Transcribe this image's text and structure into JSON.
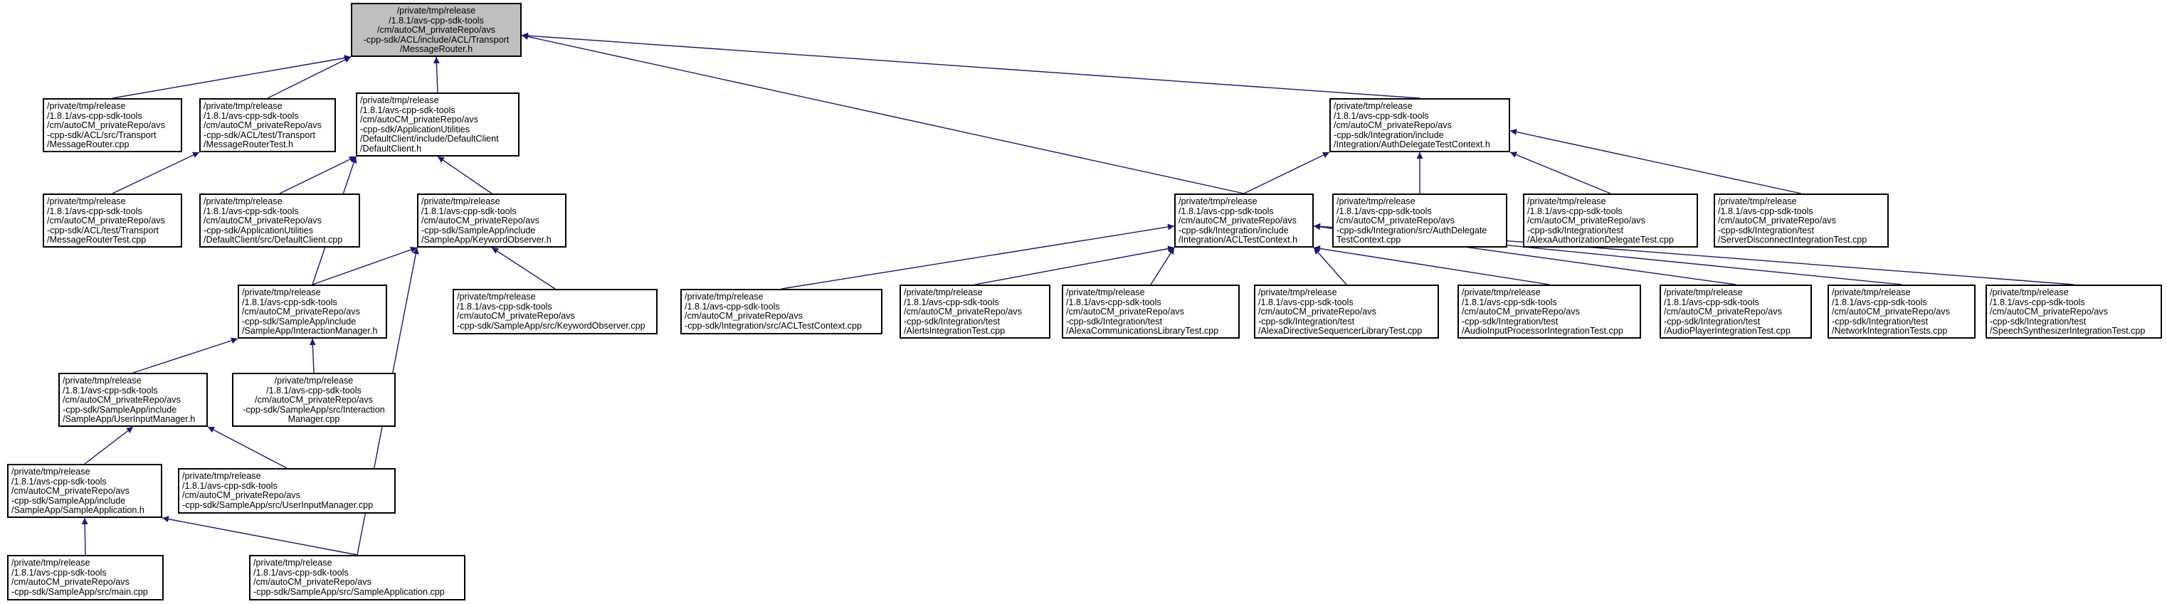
{
  "diagram": {
    "colors": {
      "edge": "#191970",
      "border": "#000000",
      "root_fill": "#bfbfbf",
      "node_fill": "#ffffff"
    },
    "nodes": [
      {
        "id": "n0",
        "lines": [
          "/private/tmp/release",
          "/1.8.1/avs-cpp-sdk-tools",
          "/cm/autoCM_privateRepo/avs",
          "-cpp-sdk/ACL/include/ACL/Transport",
          "/MessageRouter.h"
        ]
      },
      {
        "id": "n1",
        "lines": [
          "/private/tmp/release",
          "/1.8.1/avs-cpp-sdk-tools",
          "/cm/autoCM_privateRepo/avs",
          "-cpp-sdk/ACL/src/Transport",
          "/MessageRouter.cpp"
        ]
      },
      {
        "id": "n2",
        "lines": [
          "/private/tmp/release",
          "/1.8.1/avs-cpp-sdk-tools",
          "/cm/autoCM_privateRepo/avs",
          "-cpp-sdk/ACL/test/Transport",
          "/MessageRouterTest.h"
        ]
      },
      {
        "id": "n3",
        "lines": [
          "/private/tmp/release",
          "/1.8.1/avs-cpp-sdk-tools",
          "/cm/autoCM_privateRepo/avs",
          "-cpp-sdk/ApplicationUtilities",
          "/DefaultClient/include/DefaultClient",
          "/DefaultClient.h"
        ]
      },
      {
        "id": "n4",
        "lines": [
          "/private/tmp/release",
          "/1.8.1/avs-cpp-sdk-tools",
          "/cm/autoCM_privateRepo/avs",
          "-cpp-sdk/Integration/include",
          "/Integration/AuthDelegateTestContext.h"
        ]
      },
      {
        "id": "n5",
        "lines": [
          "/private/tmp/release",
          "/1.8.1/avs-cpp-sdk-tools",
          "/cm/autoCM_privateRepo/avs",
          "-cpp-sdk/ACL/test/Transport",
          "/MessageRouterTest.cpp"
        ]
      },
      {
        "id": "n6",
        "lines": [
          "/private/tmp/release",
          "/1.8.1/avs-cpp-sdk-tools",
          "/cm/autoCM_privateRepo/avs",
          "-cpp-sdk/ApplicationUtilities",
          "/DefaultClient/src/DefaultClient.cpp"
        ]
      },
      {
        "id": "n7",
        "lines": [
          "/private/tmp/release",
          "/1.8.1/avs-cpp-sdk-tools",
          "/cm/autoCM_privateRepo/avs",
          "-cpp-sdk/SampleApp/include",
          "/SampleApp/KeywordObserver.h"
        ]
      },
      {
        "id": "n8",
        "lines": [
          "/private/tmp/release",
          "/1.8.1/avs-cpp-sdk-tools",
          "/cm/autoCM_privateRepo/avs",
          "-cpp-sdk/Integration/include",
          "/Integration/ACLTestContext.h"
        ]
      },
      {
        "id": "n9",
        "lines": [
          "/private/tmp/release",
          "/1.8.1/avs-cpp-sdk-tools",
          "/cm/autoCM_privateRepo/avs",
          "-cpp-sdk/Integration/src/AuthDelegate",
          "TestContext.cpp"
        ]
      },
      {
        "id": "n10",
        "lines": [
          "/private/tmp/release",
          "/1.8.1/avs-cpp-sdk-tools",
          "/cm/autoCM_privateRepo/avs",
          "-cpp-sdk/Integration/test",
          "/AlexaAuthorizationDelegateTest.cpp"
        ]
      },
      {
        "id": "n11",
        "lines": [
          "/private/tmp/release",
          "/1.8.1/avs-cpp-sdk-tools",
          "/cm/autoCM_privateRepo/avs",
          "-cpp-sdk/Integration/test",
          "/ServerDisconnectIntegrationTest.cpp"
        ]
      },
      {
        "id": "n12",
        "lines": [
          "/private/tmp/release",
          "/1.8.1/avs-cpp-sdk-tools",
          "/cm/autoCM_privateRepo/avs",
          "-cpp-sdk/SampleApp/include",
          "/SampleApp/InteractionManager.h"
        ]
      },
      {
        "id": "n13",
        "lines": [
          "/private/tmp/release",
          "/1.8.1/avs-cpp-sdk-tools",
          "/cm/autoCM_privateRepo/avs",
          "-cpp-sdk/SampleApp/src/KeywordObserver.cpp"
        ]
      },
      {
        "id": "n14",
        "lines": [
          "/private/tmp/release",
          "/1.8.1/avs-cpp-sdk-tools",
          "/cm/autoCM_privateRepo/avs",
          "-cpp-sdk/Integration/src/ACLTestContext.cpp"
        ]
      },
      {
        "id": "n15",
        "lines": [
          "/private/tmp/release",
          "/1.8.1/avs-cpp-sdk-tools",
          "/cm/autoCM_privateRepo/avs",
          "-cpp-sdk/Integration/test",
          "/AlertsIntegrationTest.cpp"
        ]
      },
      {
        "id": "n16",
        "lines": [
          "/private/tmp/release",
          "/1.8.1/avs-cpp-sdk-tools",
          "/cm/autoCM_privateRepo/avs",
          "-cpp-sdk/Integration/test",
          "/AlexaCommunicationsLibraryTest.cpp"
        ]
      },
      {
        "id": "n17",
        "lines": [
          "/private/tmp/release",
          "/1.8.1/avs-cpp-sdk-tools",
          "/cm/autoCM_privateRepo/avs",
          "-cpp-sdk/Integration/test",
          "/AlexaDirectiveSequencerLibraryTest.cpp"
        ]
      },
      {
        "id": "n18",
        "lines": [
          "/private/tmp/release",
          "/1.8.1/avs-cpp-sdk-tools",
          "/cm/autoCM_privateRepo/avs",
          "-cpp-sdk/Integration/test",
          "/AudioInputProcessorIntegrationTest.cpp"
        ]
      },
      {
        "id": "n19",
        "lines": [
          "/private/tmp/release",
          "/1.8.1/avs-cpp-sdk-tools",
          "/cm/autoCM_privateRepo/avs",
          "-cpp-sdk/Integration/test",
          "/AudioPlayerIntegrationTest.cpp"
        ]
      },
      {
        "id": "n20",
        "lines": [
          "/private/tmp/release",
          "/1.8.1/avs-cpp-sdk-tools",
          "/cm/autoCM_privateRepo/avs",
          "-cpp-sdk/Integration/test",
          "/NetworkIntegrationTests.cpp"
        ]
      },
      {
        "id": "n21",
        "lines": [
          "/private/tmp/release",
          "/1.8.1/avs-cpp-sdk-tools",
          "/cm/autoCM_privateRepo/avs",
          "-cpp-sdk/Integration/test",
          "/SpeechSynthesizerIntegrationTest.cpp"
        ]
      },
      {
        "id": "n22",
        "lines": [
          "/private/tmp/release",
          "/1.8.1/avs-cpp-sdk-tools",
          "/cm/autoCM_privateRepo/avs",
          "-cpp-sdk/SampleApp/include",
          "/SampleApp/UserInputManager.h"
        ]
      },
      {
        "id": "n23",
        "lines": [
          "/private/tmp/release",
          "/1.8.1/avs-cpp-sdk-tools",
          "/cm/autoCM_privateRepo/avs",
          "-cpp-sdk/SampleApp/src/Interaction",
          "Manager.cpp"
        ]
      },
      {
        "id": "n24",
        "lines": [
          "/private/tmp/release",
          "/1.8.1/avs-cpp-sdk-tools",
          "/cm/autoCM_privateRepo/avs",
          "-cpp-sdk/SampleApp/include",
          "/SampleApp/SampleApplication.h"
        ]
      },
      {
        "id": "n25",
        "lines": [
          "/private/tmp/release",
          "/1.8.1/avs-cpp-sdk-tools",
          "/cm/autoCM_privateRepo/avs",
          "-cpp-sdk/SampleApp/src/UserInputManager.cpp"
        ]
      },
      {
        "id": "n26",
        "lines": [
          "/private/tmp/release",
          "/1.8.1/avs-cpp-sdk-tools",
          "/cm/autoCM_privateRepo/avs",
          "-cpp-sdk/SampleApp/src/main.cpp"
        ]
      },
      {
        "id": "n27",
        "lines": [
          "/private/tmp/release",
          "/1.8.1/avs-cpp-sdk-tools",
          "/cm/autoCM_privateRepo/avs",
          "-cpp-sdk/SampleApp/src/SampleApplication.cpp"
        ]
      }
    ],
    "edges": [
      {
        "from": "n1",
        "to": "n0"
      },
      {
        "from": "n2",
        "to": "n0"
      },
      {
        "from": "n3",
        "to": "n0"
      },
      {
        "from": "n4",
        "to": "n0"
      },
      {
        "from": "n8",
        "to": "n0"
      },
      {
        "from": "n5",
        "to": "n2"
      },
      {
        "from": "n6",
        "to": "n3"
      },
      {
        "from": "n7",
        "to": "n3"
      },
      {
        "from": "n12",
        "to": "n3"
      },
      {
        "from": "n8",
        "to": "n4"
      },
      {
        "from": "n9",
        "to": "n4"
      },
      {
        "from": "n10",
        "to": "n4"
      },
      {
        "from": "n11",
        "to": "n4"
      },
      {
        "from": "n12",
        "to": "n7"
      },
      {
        "from": "n13",
        "to": "n7"
      },
      {
        "from": "n27",
        "to": "n7"
      },
      {
        "from": "n14",
        "to": "n8"
      },
      {
        "from": "n15",
        "to": "n8"
      },
      {
        "from": "n16",
        "to": "n8"
      },
      {
        "from": "n17",
        "to": "n8"
      },
      {
        "from": "n18",
        "to": "n8"
      },
      {
        "from": "n19",
        "to": "n8"
      },
      {
        "from": "n20",
        "to": "n8"
      },
      {
        "from": "n21",
        "to": "n8"
      },
      {
        "from": "n22",
        "to": "n12"
      },
      {
        "from": "n23",
        "to": "n12"
      },
      {
        "from": "n24",
        "to": "n22"
      },
      {
        "from": "n25",
        "to": "n22"
      },
      {
        "from": "n26",
        "to": "n24"
      },
      {
        "from": "n27",
        "to": "n24"
      }
    ]
  }
}
